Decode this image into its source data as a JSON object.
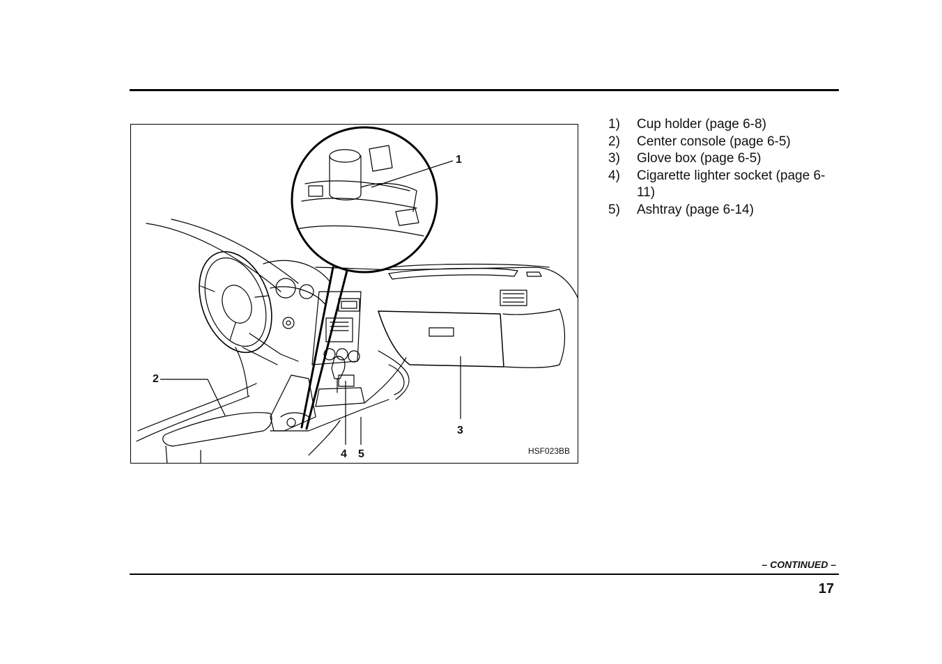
{
  "figure": {
    "code": "HSF023BB",
    "callouts": [
      "1",
      "2",
      "3",
      "4",
      "5"
    ]
  },
  "legend": {
    "items": [
      {
        "num": "1)",
        "text": "Cup holder (page 6-8)"
      },
      {
        "num": "2)",
        "text": "Center console (page 6-5)"
      },
      {
        "num": "3)",
        "text": "Glove box (page 6-5)"
      },
      {
        "num": "4)",
        "text": "Cigarette lighter socket (page 6-11)"
      },
      {
        "num": "5)",
        "text": "Ashtray (page 6-14)"
      }
    ]
  },
  "footer": {
    "continued": "– CONTINUED –",
    "page_number": "17"
  }
}
